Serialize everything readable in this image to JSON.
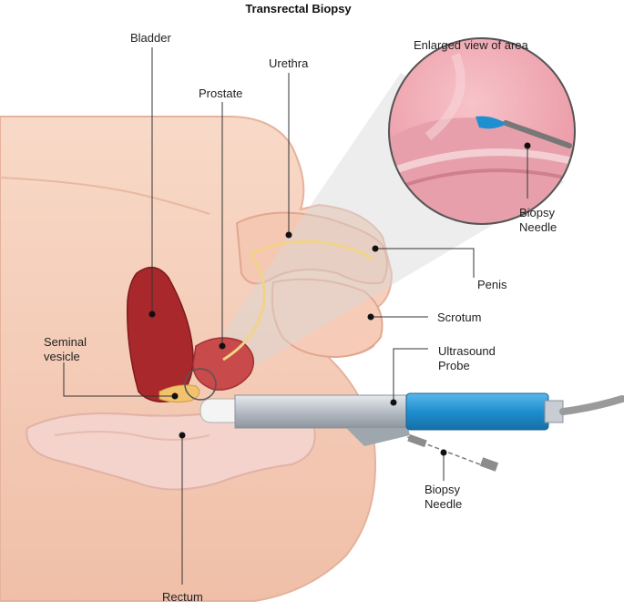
{
  "title": "Transrectal Biopsy",
  "inset_title": "Enlarged view of area",
  "labels": {
    "bladder": "Bladder",
    "prostate": "Prostate",
    "urethra": "Urethra",
    "seminal_vesicle": "Seminal\nvesicle",
    "penis": "Penis",
    "scrotum": "Scrotum",
    "ultrasound_probe": "Ultrasound\nProbe",
    "biopsy_needle_inset": "Biopsy\nNeedle",
    "biopsy_needle_bottom": "Biopsy\nNeedle",
    "rectum": "Rectum"
  },
  "colors": {
    "skin": "#f6cdb7",
    "skin_dark": "#e8ab93",
    "rectum": "#f3d3cc",
    "bladder": "#a8282c",
    "prostate": "#c84a4a",
    "probe_body": "#b9c0c8",
    "probe_handle": "#1e8fd0",
    "cable": "#9a9a9a",
    "inset_bg": "#f0a9b3",
    "leader": "#333333"
  }
}
